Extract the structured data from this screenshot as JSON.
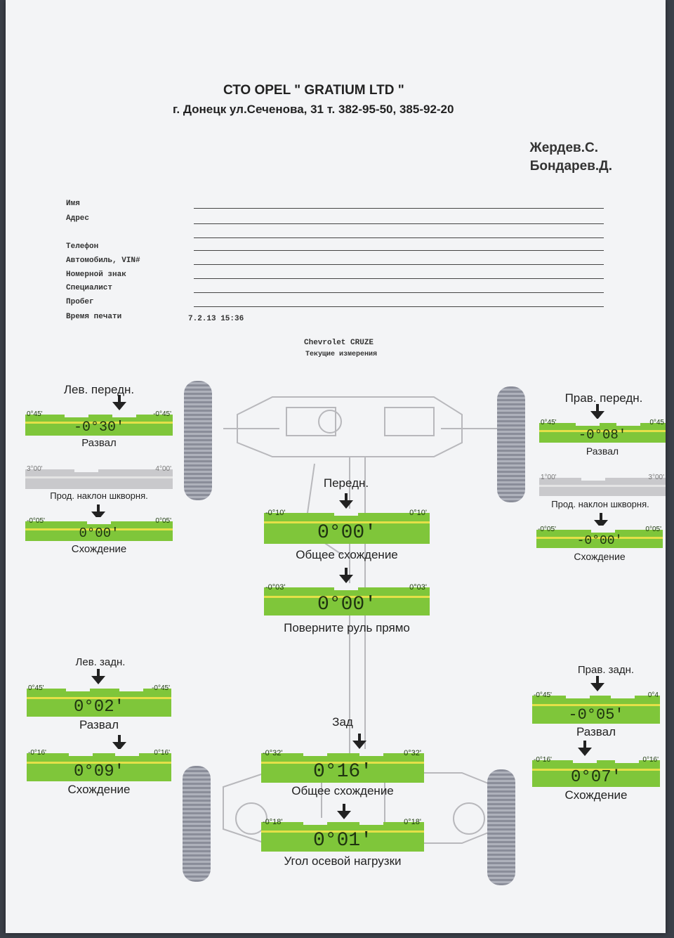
{
  "header": {
    "company": "СТО OPEL \" GRATIUM LTD \"",
    "address": "г. Донецк ул.Сеченова, 31 т. 382-95-50, 385-92-20",
    "staff": [
      "Жердев.С.",
      "Бондарев.Д."
    ]
  },
  "form": {
    "fields": [
      "Имя",
      "Адрес",
      "Телефон",
      "Автомобиль, VIN#",
      "Номерной знак",
      "Специалист",
      "Пробег",
      "Время печати"
    ],
    "print_time": "7.2.13 15:36"
  },
  "vehicle": {
    "model": "Chevrolet CRUZE",
    "subtitle": "Текущие измерения"
  },
  "front_left": {
    "title": "Лев. передн.",
    "camber": {
      "value": "-0°30'",
      "min": "0°45'",
      "max": "-0°45'",
      "label": "Развал"
    },
    "caster": {
      "min": "3°00'",
      "max": "4°00'",
      "label": "Прод. наклон шкворня."
    },
    "toe": {
      "value": "0°00'",
      "min": "-0°05'",
      "max": "0°05'",
      "label": "Схождение"
    }
  },
  "front_right": {
    "title": "Прав. передн.",
    "camber": {
      "value": "-0°08'",
      "min": "0°45'",
      "max": "0°45",
      "label": "Развал"
    },
    "caster": {
      "min": "1°00'",
      "max": "3°00'",
      "label": "Прод. наклон шкворня."
    },
    "toe": {
      "value": "-0°00'",
      "min": "-0°05'",
      "max": "0°05'",
      "label": "Схождение"
    }
  },
  "front_axle": {
    "title": "Передн.",
    "total_toe": {
      "value": "0°00'",
      "min": "-0°10'",
      "max": "0°10'",
      "label": "Общее схождение"
    },
    "steering": {
      "value": "0°00'",
      "min": "-0°03'",
      "max": "0°03'",
      "label": "Поверните руль прямо"
    }
  },
  "rear_left": {
    "title": "Лев. задн.",
    "camber": {
      "value": "0°02'",
      "min": "0°45'",
      "max": "-0°45'",
      "label": "Развал"
    },
    "toe": {
      "value": "0°09'",
      "min": "-0°16'",
      "max": "0°16'",
      "label": "Схождение"
    }
  },
  "rear_right": {
    "title": "Прав. задн.",
    "camber": {
      "value": "-0°05'",
      "min": "-0°45'",
      "max": "0°4",
      "label": "Развал"
    },
    "toe": {
      "value": "0°07'",
      "min": "-0°16'",
      "max": "0°16'",
      "label": "Схождение"
    }
  },
  "rear_axle": {
    "title": "Зад",
    "total_toe": {
      "value": "0°16'",
      "min": "-0°32'",
      "max": "0°32'",
      "label": "Общее схождение"
    },
    "thrust": {
      "value": "0°01'",
      "min": "-0°18'",
      "max": "0°18'",
      "label": "Угол осевой нагрузки"
    }
  },
  "colors": {
    "gauge_green": "#7fc63a",
    "gauge_gray": "#c9c9cc",
    "strip_yellow": "#f0e24a"
  }
}
